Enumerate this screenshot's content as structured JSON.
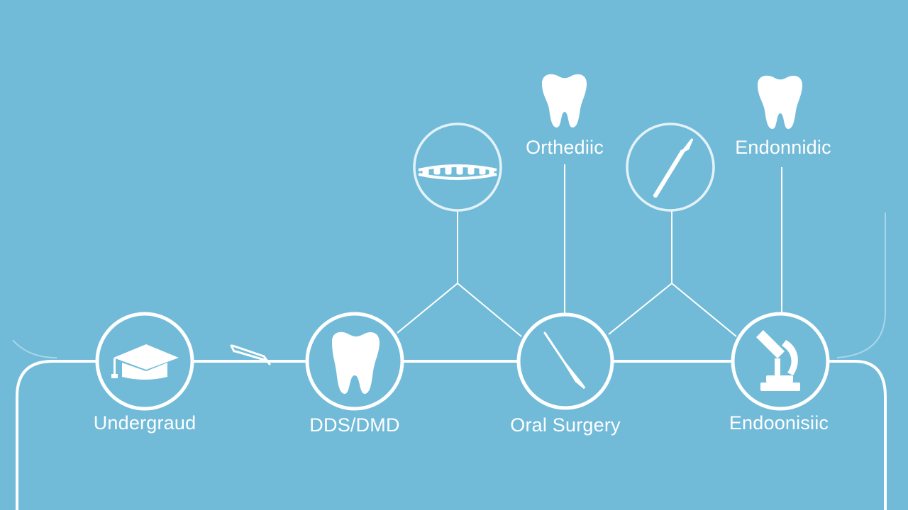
{
  "nodes": {
    "undergrad": {
      "label": "Undergraud",
      "icon": "graduation-cap-icon"
    },
    "dds": {
      "label": "DDS/DMD",
      "icon": "tooth-icon"
    },
    "oral_surgery": {
      "label": "Oral Surgery",
      "icon": "scalpel-icon"
    },
    "endodontic_bottom": {
      "label": "Endoonisiic",
      "icon": "microscope-icon"
    },
    "braces": {
      "icon": "braces-icon"
    },
    "scalpel_top": {
      "icon": "scalpel-icon"
    }
  },
  "specialties": {
    "orthodontic": {
      "label": "Orthediic",
      "icon": "tooth-icon"
    },
    "endodontic_top": {
      "label": "Endonnidic",
      "icon": "tooth-icon"
    }
  },
  "colors": {
    "background": "#71bbd9",
    "line": "#ffffff",
    "faint_line": "#a9d6e8"
  }
}
